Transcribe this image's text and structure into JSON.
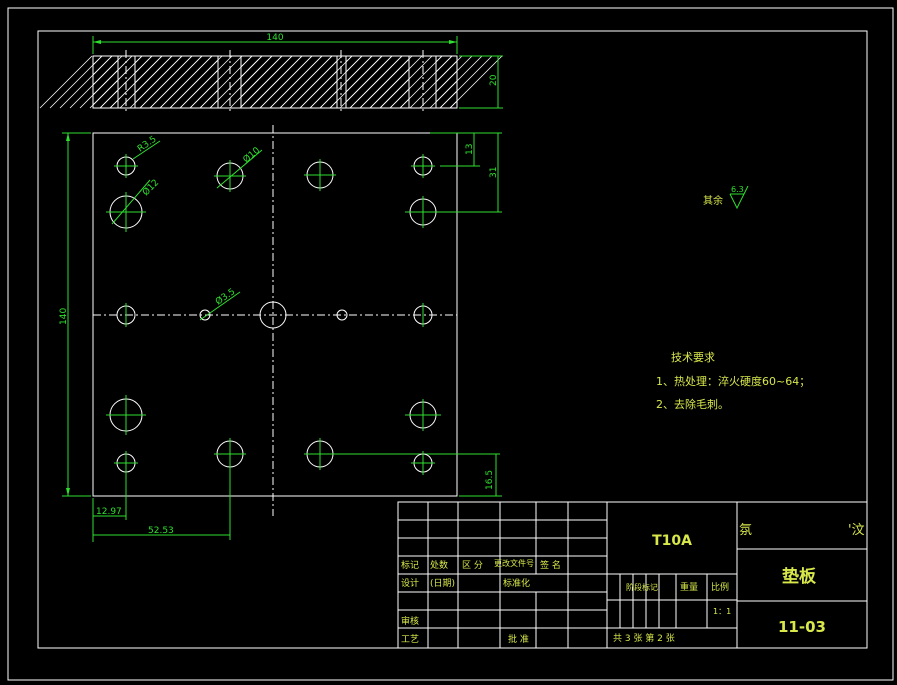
{
  "dimensions": {
    "top_width": "140",
    "thickness": "20",
    "left_height": "140",
    "right_13": "13",
    "right_31": "31",
    "right_16_5": "16.5",
    "bottom_12_97": "12.97",
    "bottom_52_53": "52.53",
    "r3_5": "R3.5",
    "d10": "Ø10",
    "d12": "Ø12",
    "d3_5": "Ø3.5"
  },
  "roughness": {
    "prefix": "其余",
    "value": "6.3"
  },
  "tech_requirements": {
    "title": "技术要求",
    "line1": "1、热处理：淬火硬度60~64；",
    "line2": "2、去除毛刺。"
  },
  "title_block": {
    "material": "T10A",
    "part_name": "垫板",
    "drawing_no": "11-03",
    "school_left": "氛",
    "school_right": "'汶",
    "row_labels": {
      "mark": "标记",
      "count": "处数",
      "zone": "区 分",
      "change_doc": "更改文件号",
      "sign": "签 名",
      "design": "设计",
      "date": "(日期)",
      "standard": "标准化",
      "review": "审核",
      "process": "工艺",
      "approve": "批 准"
    },
    "stage_mark": "阶段标记",
    "weight": "重量",
    "scale": "比例",
    "scale_value": "1：1",
    "sheets": "共  3  张   第  2  张"
  },
  "colors": {
    "background": "#000000",
    "outline": "#ffffff",
    "dimension": "#2ee02e",
    "text": "#d8e84a"
  }
}
